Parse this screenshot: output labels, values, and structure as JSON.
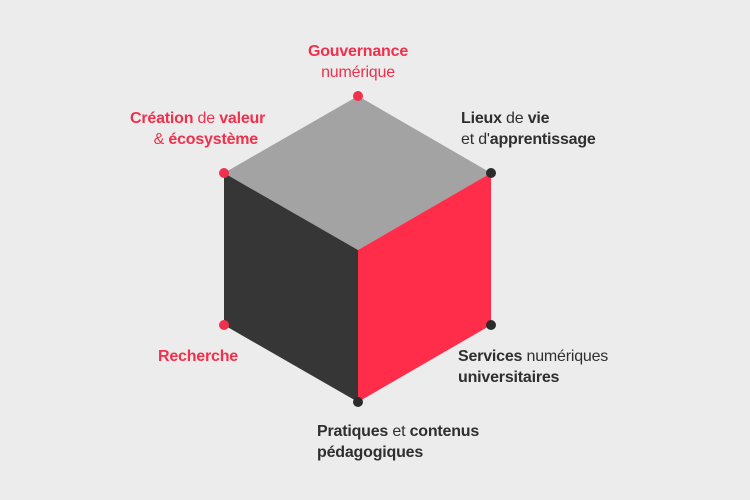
{
  "colors": {
    "background": "#ececec",
    "top_face": "#a2a3a2",
    "left_face": "#363636",
    "right_face": "#ff2d4a",
    "accent_red": "#f0304c",
    "text_dark": "#2f2f2f",
    "dot_red": "#f0304c",
    "dot_dark": "#2b2b2b"
  },
  "labels": {
    "gouvernance": {
      "line1": "Gouvernance",
      "line2": "numérique"
    },
    "creation": {
      "w1": "Création",
      "w2": " de ",
      "w3": "valeur",
      "w4": "& ",
      "w5": "écosystème"
    },
    "lieux": {
      "w1": "Lieux",
      "w2": " de ",
      "w3": "vie",
      "w4": "et d'",
      "w5": "apprentissage"
    },
    "recherche": {
      "line1": "Recherche"
    },
    "services": {
      "w1": "Services",
      "w2": " numériques",
      "w3": "universitaires"
    },
    "pratiques": {
      "w1": "Pratiques",
      "w2": " et ",
      "w3": "contenus",
      "w4": "pédagogiques"
    }
  }
}
